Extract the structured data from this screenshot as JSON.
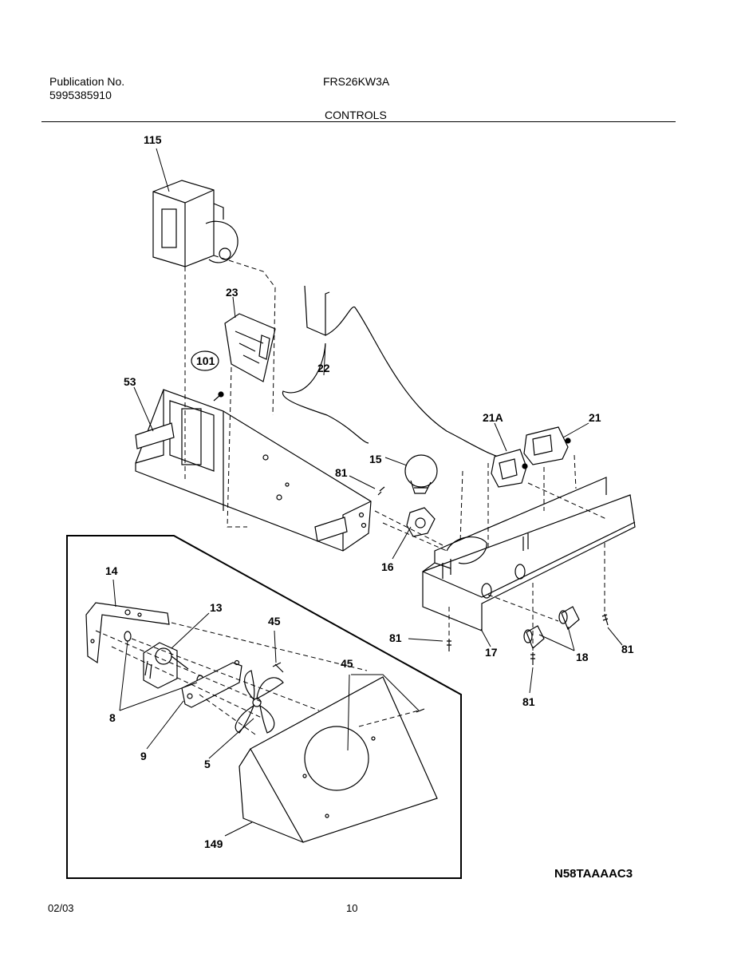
{
  "header": {
    "publication_label": "Publication No.",
    "publication_number": "5995385910",
    "model": "FRS26KW3A",
    "section": "CONTROLS"
  },
  "callouts": {
    "c115": "115",
    "c23": "23",
    "c101": "101",
    "c22": "22",
    "c53": "53",
    "c21A": "21A",
    "c21": "21",
    "c15": "15",
    "c81a": "81",
    "c16": "16",
    "c81b": "81",
    "c17": "17",
    "c18": "18",
    "c81c": "81",
    "c81d": "81",
    "c14": "14",
    "c13": "13",
    "c45a": "45",
    "c45b": "45",
    "c8": "8",
    "c9": "9",
    "c5": "5",
    "c149": "149"
  },
  "diagram_code": "N58TAAAAC3",
  "footer": {
    "date": "02/03",
    "page": "10"
  }
}
